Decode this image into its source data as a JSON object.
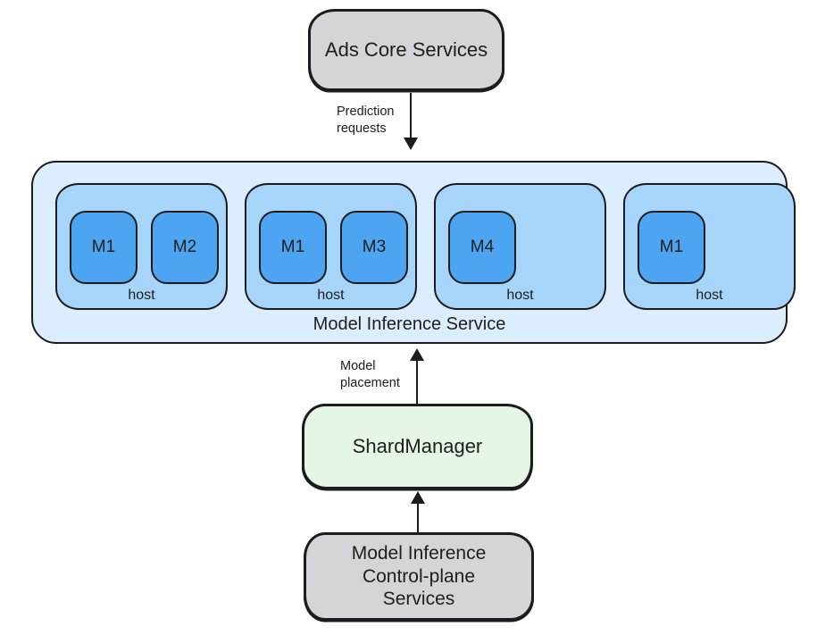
{
  "diagram": {
    "ads_core": {
      "label": "Ads Core Services"
    },
    "prediction_arrow": {
      "lines": [
        "Prediction",
        "requests"
      ]
    },
    "service": {
      "title": "Model Inference Service",
      "hosts": [
        {
          "label": "host",
          "models": [
            "M1",
            "M2"
          ]
        },
        {
          "label": "host",
          "models": [
            "M1",
            "M3"
          ]
        },
        {
          "label": "host",
          "models": [
            "M4"
          ]
        },
        {
          "label": "host",
          "models": [
            "M1"
          ]
        }
      ]
    },
    "placement_arrow": {
      "lines": [
        "Model",
        "placement"
      ]
    },
    "shard_manager": {
      "label": "ShardManager"
    },
    "control_plane": {
      "lines": [
        "Model Inference",
        "Control-plane",
        "Services"
      ]
    }
  },
  "colors": {
    "box_gray": "#d3d5d8",
    "service_container_blue": "#dcedfe",
    "host_blue": "#a7d4f9",
    "model_blue": "#4da5f2",
    "shard_green": "#e5f6e7",
    "outline": "#1c1c1c",
    "background": "#ffffff"
  }
}
